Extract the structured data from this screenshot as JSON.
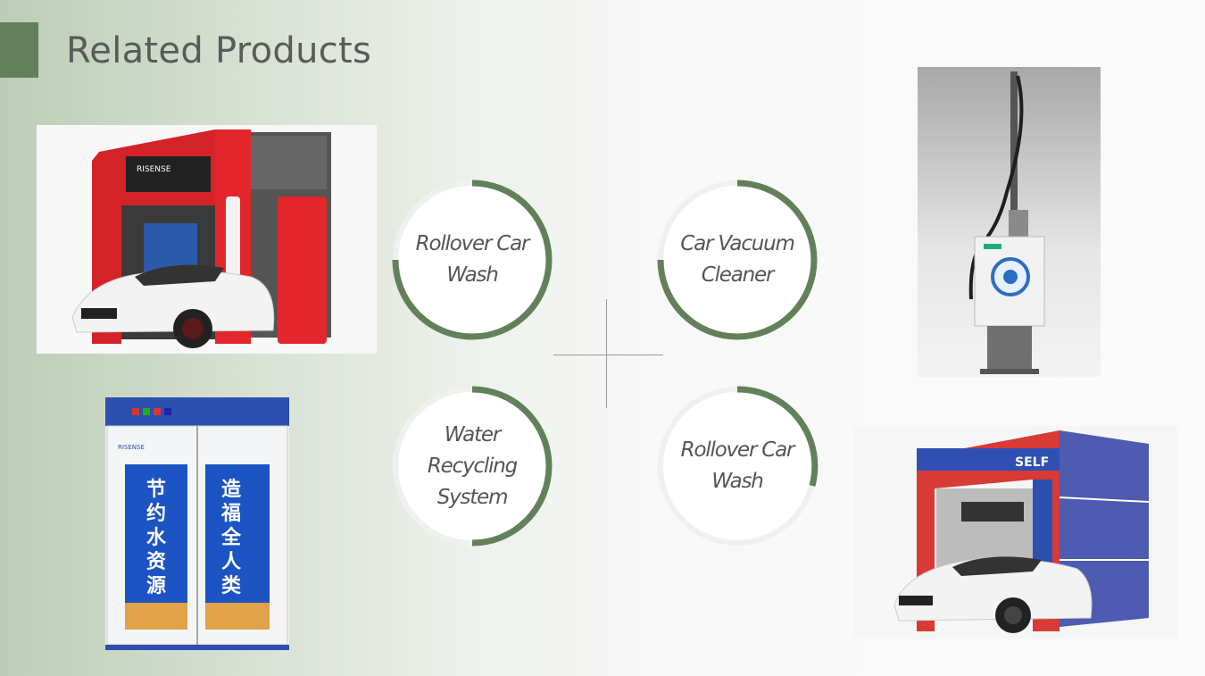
{
  "header": {
    "title": "Related Products"
  },
  "products": [
    {
      "label": "Rollover Car Wash",
      "image_icon": "red-rollover-car-wash-machine-photo"
    },
    {
      "label": "Car Vacuum Cleaner",
      "image_icon": "car-vacuum-cleaner-stand-photo"
    },
    {
      "label": "Water Recycling System",
      "image_icon": "water-recycling-cabinet-photo"
    },
    {
      "label": "Rollover Car Wash",
      "image_icon": "blue-rollover-car-wash-machine-photo"
    }
  ],
  "cabinet_text": {
    "left": "节约水资源",
    "right": "造福全人类"
  },
  "colors": {
    "accent": "#62805a",
    "ring_arc": "#62805a",
    "ring_base": "#ffffff",
    "text": "#555555"
  }
}
